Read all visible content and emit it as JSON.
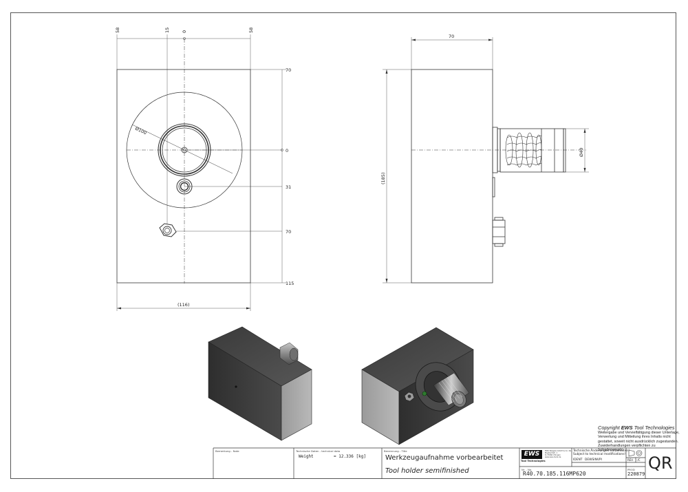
{
  "front_view": {
    "dim_top": {
      "left_58": "58",
      "d15": "15",
      "d0": "0",
      "right_58": "58"
    },
    "dim_right": {
      "d70": "70",
      "d0": "0",
      "d31": "31",
      "d70b": "70",
      "d115": "115"
    },
    "dim_bottom": "(116)",
    "dia_label": "Ø100"
  },
  "side_view": {
    "dim_top": "70",
    "dim_left": "(185)",
    "dia_label": "Ø40"
  },
  "copyright": {
    "title_prefix": "Copyright ",
    "brand": "EWS",
    "title_suffix": " Tool Technologies",
    "lines": [
      "Weitergabe und Vervielfältigung dieser Unterlage,",
      "Verwertung und Mitteilung ihres Inhalts nicht",
      "gestattet, soweit nicht ausdrücklich zugestanden.",
      "Zuwiderhandlungen verpflichten zu Schadenersatz."
    ]
  },
  "title_block": {
    "remark_label": "Bemerkung - Note",
    "tech_label": "Technische Daten - technical data",
    "weight_label": "Weight",
    "weight_value": "=  12.336 [kg]",
    "name_label": "Benennung - Title",
    "title_de": "Werkzeugaufnahme vorbearbeitet",
    "title_en": "Tool holder semifinished",
    "logo_text": "EWS",
    "logo_sub": "Tool Technologies",
    "company_lines": [
      "EWS Weigele GmbH & Co. KG",
      "Maybachstr. 1",
      "D-73066 Uhingen",
      "www.ews-tools.de"
    ],
    "changes_de": "Technische Änderungen vorbehalten!",
    "changes_en": "Subject to technical modifications!",
    "ident_label": "IDENT",
    "ident_value": "DEWSINVPI",
    "rev_label": "REV.",
    "rev_value": "-/C",
    "no_label": "Nr. - No.",
    "drawing_no": "R40.70.185.116MP620",
    "prod_label": "PROD",
    "prod_no": "220879",
    "qr": "QR"
  }
}
